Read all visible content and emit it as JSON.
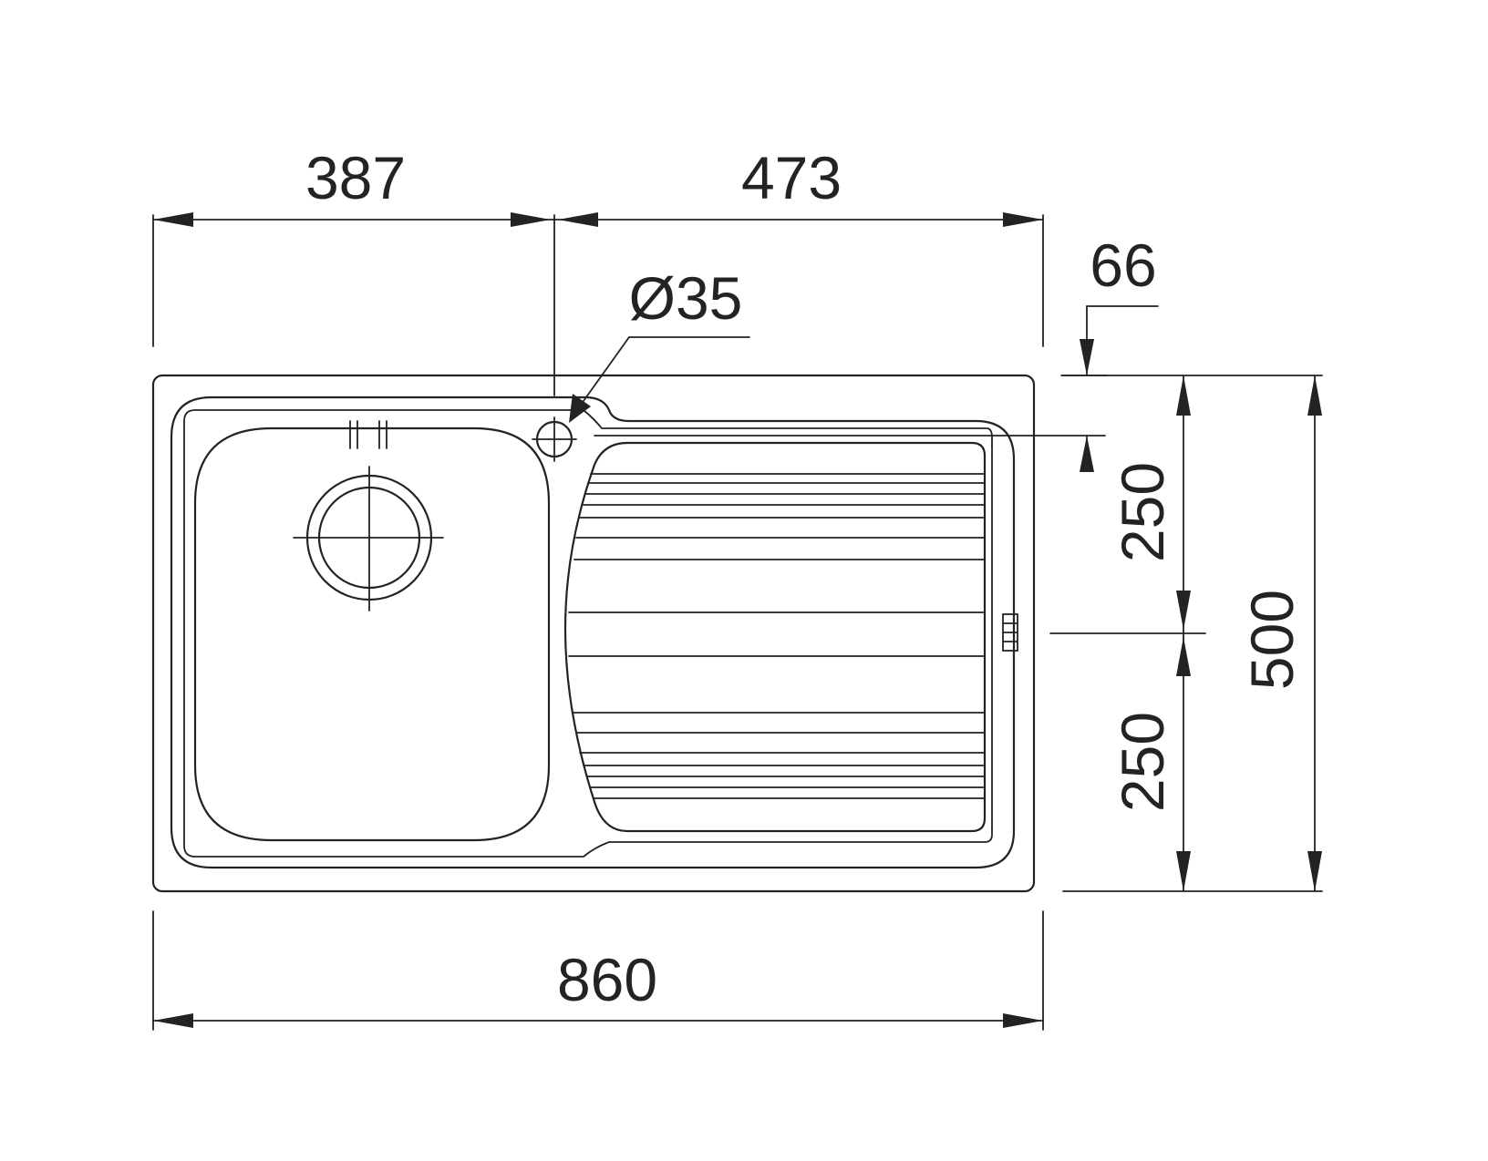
{
  "dimensions": {
    "left_width": "387",
    "right_width": "473",
    "hole_diameter": "Ø35",
    "hole_offset": "66",
    "half_height_top": "250",
    "half_height_bottom": "250",
    "total_height": "500",
    "total_width": "860"
  },
  "colors": {
    "line": "#232323",
    "background": "#ffffff"
  }
}
